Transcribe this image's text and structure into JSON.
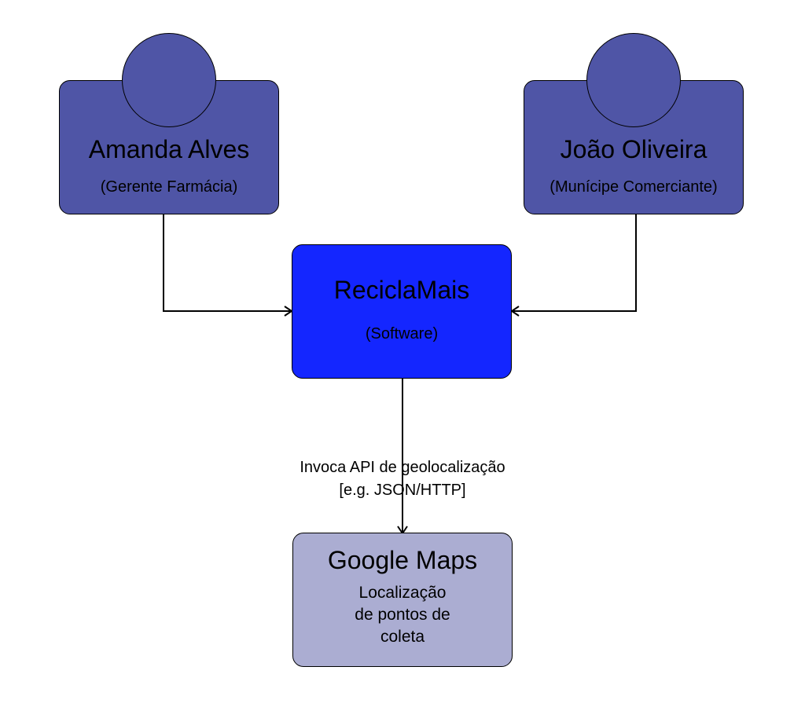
{
  "colors": {
    "person_fill": "#4f55a6",
    "software_fill": "#1426ff",
    "external_fill": "#abadd2",
    "line": "#000000"
  },
  "persons": [
    {
      "name": "Amanda Alves",
      "role": "(Gerente Farmácia)"
    },
    {
      "name": "João Oliveira",
      "role": "(Munícipe Comerciante)"
    }
  ],
  "system": {
    "name": "ReciclaMais",
    "type": "(Software)"
  },
  "external": {
    "name": "Google Maps",
    "description": "Localização\nde pontos de\ncoleta"
  },
  "relation": {
    "label_line1": "Invoca API de geolocalização",
    "label_line2": "[e.g. JSON/HTTP]"
  }
}
